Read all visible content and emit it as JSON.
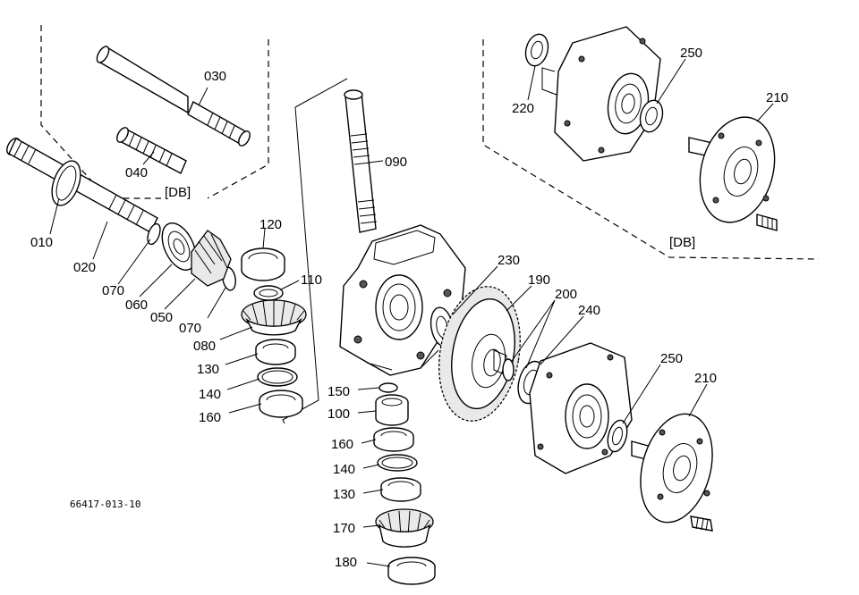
{
  "figure_code": "66417-013-10",
  "group_tag": "[DB]",
  "parts": [
    {
      "id": "010"
    },
    {
      "id": "020"
    },
    {
      "id": "030"
    },
    {
      "id": "040"
    },
    {
      "id": "050"
    },
    {
      "id": "060"
    },
    {
      "id": "070"
    },
    {
      "id": "080"
    },
    {
      "id": "090"
    },
    {
      "id": "100"
    },
    {
      "id": "110"
    },
    {
      "id": "120"
    },
    {
      "id": "130"
    },
    {
      "id": "140"
    },
    {
      "id": "150"
    },
    {
      "id": "160"
    },
    {
      "id": "170"
    },
    {
      "id": "180"
    },
    {
      "id": "190"
    },
    {
      "id": "200"
    },
    {
      "id": "210"
    },
    {
      "id": "220"
    },
    {
      "id": "230"
    },
    {
      "id": "240"
    },
    {
      "id": "250"
    }
  ]
}
